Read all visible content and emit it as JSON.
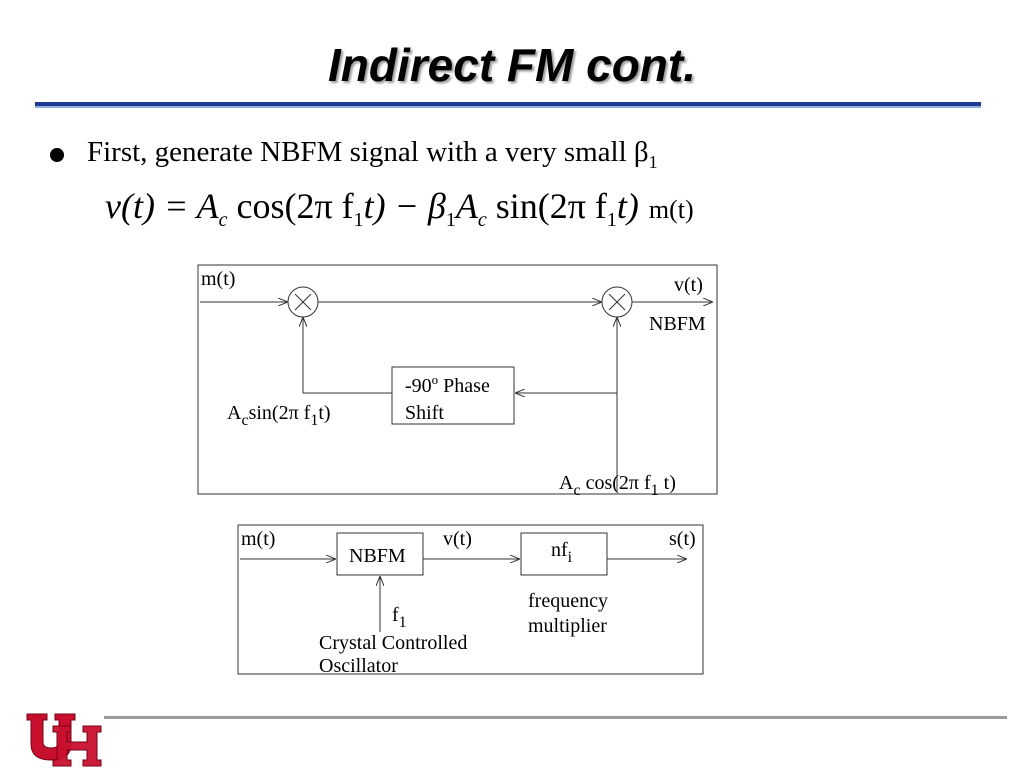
{
  "slide": {
    "title": "Indirect FM cont.",
    "bullet": {
      "text": "First, generate NBFM signal with a very small β",
      "sub": "1"
    },
    "equation": {
      "lhs": "v(t) = A",
      "sub_c1": "c",
      "cos_part": " cos(2π f",
      "sub_1a": "1",
      "mid": "t) − β",
      "sub_1b": "1",
      "a2": "A",
      "sub_c2": "c",
      "sin_part": " sin(2π f",
      "sub_1c": "1",
      "end": "t)",
      "suffix": "m(t)"
    }
  },
  "diagram1": {
    "input_label": "m(t)",
    "output_label": "v(t)",
    "output_name": "NBFM",
    "phase_shift_line1_pre": "-90",
    "phase_shift_sup": "o",
    "phase_shift_line1_post": " Phase",
    "phase_shift_line2": "Shift",
    "sin_label_a": "A",
    "sin_label_c": "c",
    "sin_label_mid": "sin(2π f",
    "sin_label_1": "1",
    "sin_label_end": "t)",
    "cos_label_a": "A",
    "cos_label_c": "c",
    "cos_label_mid": " cos(2π f",
    "cos_label_1": "1",
    "cos_label_end": " t)"
  },
  "diagram2": {
    "input_label": "m(t)",
    "nbfm_block": "NBFM",
    "mid_label": "v(t)",
    "multiplier_block_main": "nf",
    "multiplier_block_sub": "i",
    "output_label": "s(t)",
    "freq_label": "f",
    "freq_sub": "1",
    "oscillator_line1": "Crystal Controlled",
    "oscillator_line2": "Oscillator",
    "multiplier_line1": "frequency",
    "multiplier_line2": "multiplier"
  },
  "colors": {
    "rule_dark": "#1f3a93",
    "rule_light": "#8fb0e0",
    "footer_gray": "#9a9a9a",
    "logo_red": "#c8102e"
  },
  "logo": {
    "icon": "uh-interlocking-logo"
  }
}
